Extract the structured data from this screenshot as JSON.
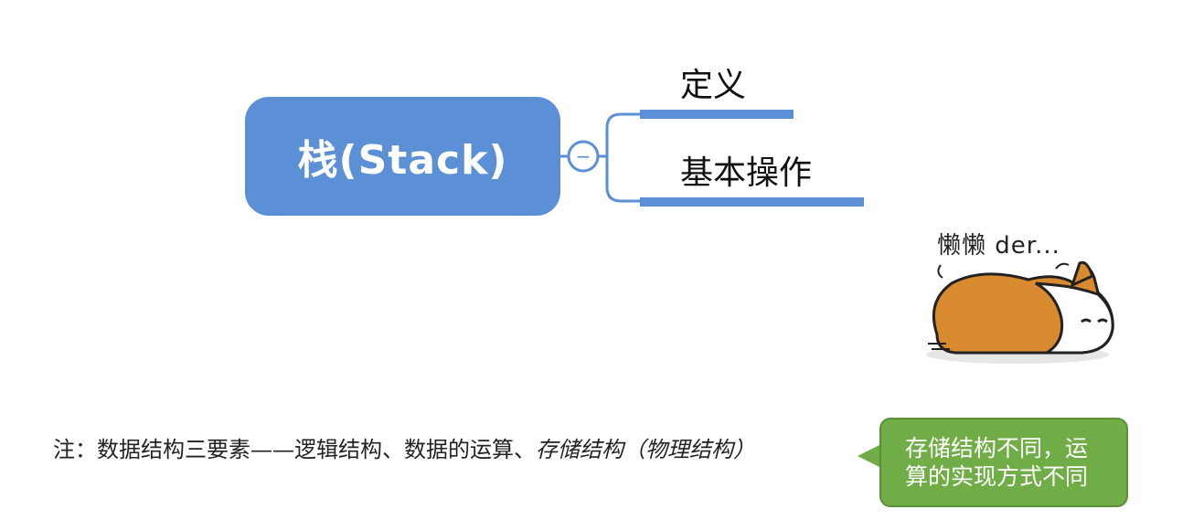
{
  "root": {
    "label": "栈(Stack)"
  },
  "branches": [
    {
      "label": "定义"
    },
    {
      "label": "基本操作"
    }
  ],
  "collapse_symbol": "−",
  "sticker": {
    "text": "懒懒 der..."
  },
  "note": {
    "plain": "注：数据结构三要素——逻辑结构、数据的运算、",
    "italic": "存储结构（物理结构）"
  },
  "callout": {
    "line1": "存储结构不同，运",
    "line2": "算的实现方式不同"
  },
  "colors": {
    "root_fill": "#5b8fd6",
    "connector": "#5b8fd6",
    "callout_fill": "#70ad47"
  }
}
